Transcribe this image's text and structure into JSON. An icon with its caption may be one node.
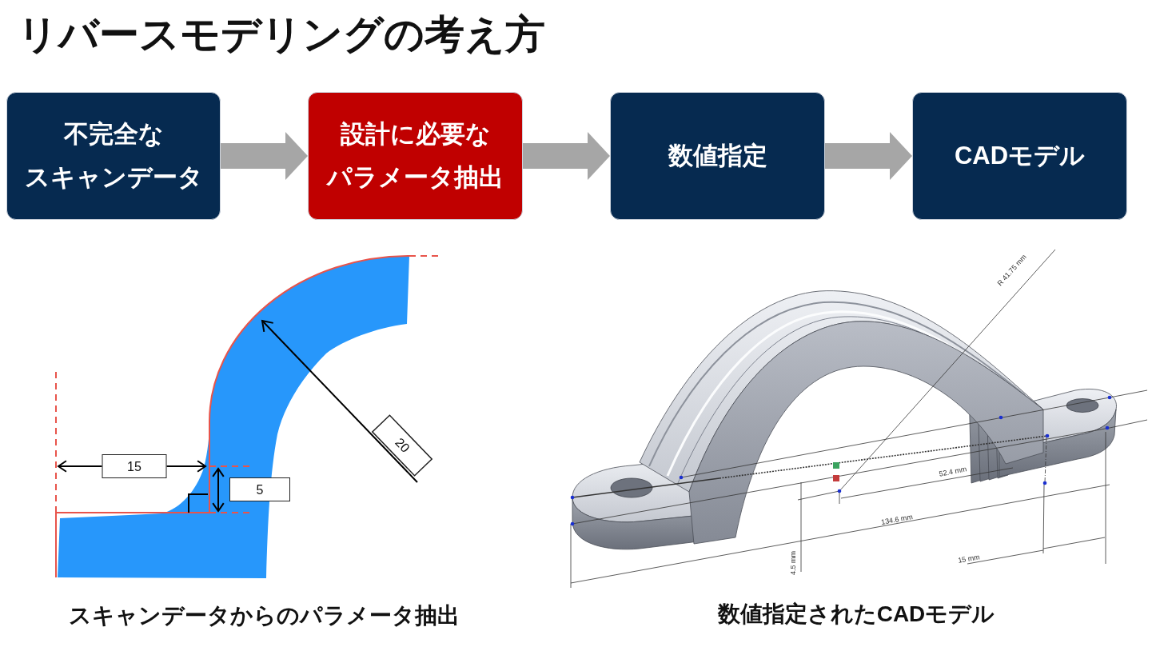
{
  "diagram": {
    "title": "リバースモデリングの考え方",
    "nodes": [
      {
        "text": [
          "不完全なスキャンデータ"
        ]
      },
      {
        "text": [
          "設計に必要なパラメータ抽出"
        ]
      },
      {
        "text": [
          "数値指定"
        ]
      },
      {
        "text": [
          "CADモデル"
        ]
      }
    ],
    "edges": [
      {
        "from": 0,
        "to": 1,
        "arrow": "to"
      },
      {
        "from": 1,
        "to": 2,
        "arrow": "to"
      },
      {
        "from": 2,
        "to": 3,
        "arrow": "to"
      }
    ],
    "labels": [
      "20",
      "15",
      "5",
      "R 41.75 mm",
      "52.4 mm",
      "134.6 mm",
      "4.5 mm",
      "15 mm",
      "スキャンデータからのパラメータ抽出",
      "数値指定されたCADモデル"
    ]
  }
}
